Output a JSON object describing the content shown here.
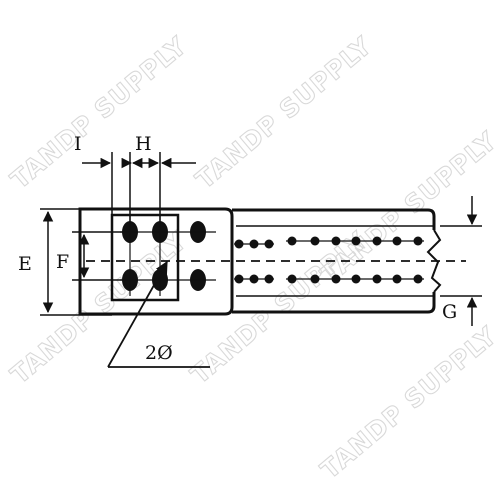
{
  "labels": {
    "i": "I",
    "h": "H",
    "e": "E",
    "f": "F",
    "g": "G",
    "hole_callout": "2Ø"
  },
  "watermark": "TANDP SUPPLY",
  "colors": {
    "ink": "#111111",
    "watermark": "#d9d9d9",
    "background": "#ffffff"
  }
}
